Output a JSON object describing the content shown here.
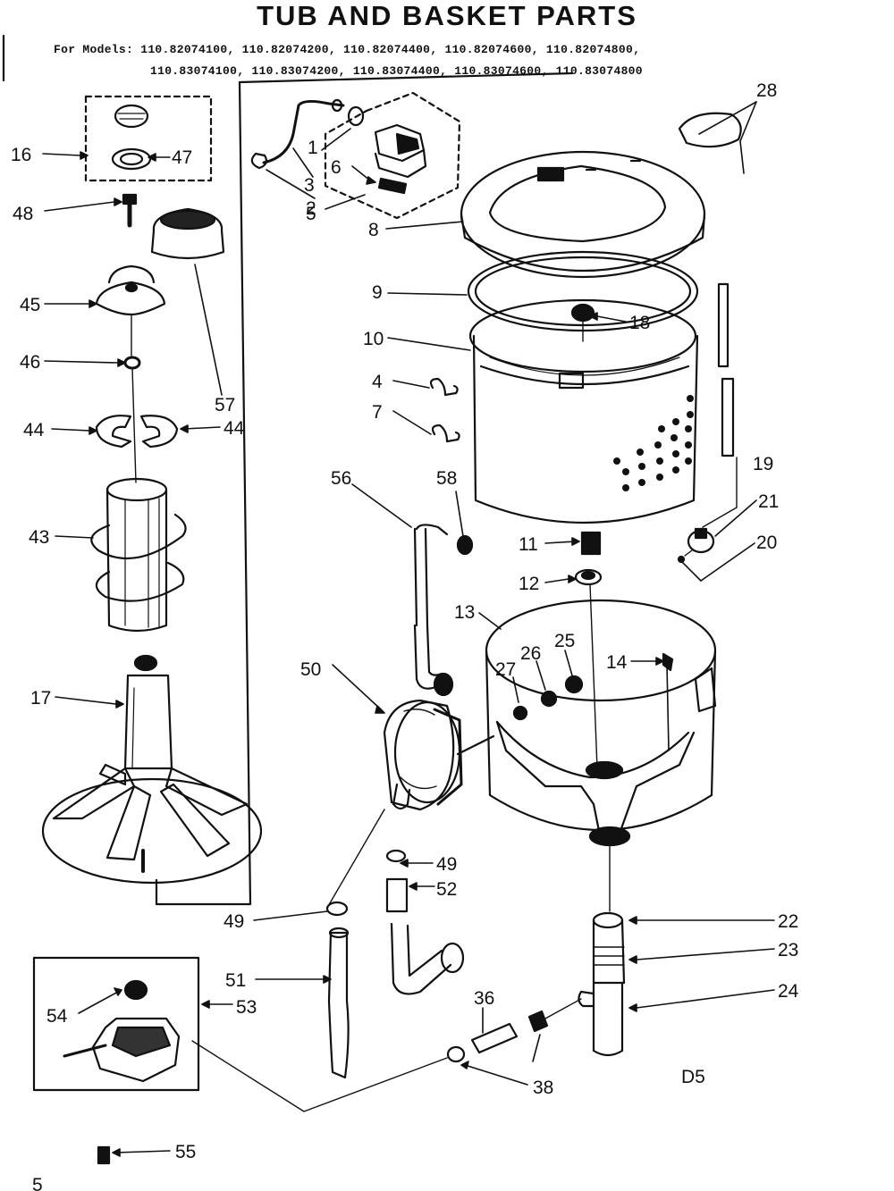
{
  "title": "TUB AND BASKET PARTS",
  "models_line1": "For Models: 110.82074100, 110.82074200, 110.82074400, 110.82074600, 110.82074800,",
  "models_line2": "110.83074100, 110.83074200, 110.83074400, 110.83074600, 110.83074800",
  "diagram_code": "D5",
  "page_mark": "5",
  "callouts": {
    "c1": "1",
    "c2": "2",
    "c3": "3",
    "c4": "4",
    "c5": "5",
    "c6": "6",
    "c7": "7",
    "c8": "8",
    "c9": "9",
    "c10": "10",
    "c11": "11",
    "c12": "12",
    "c13": "13",
    "c14": "14",
    "c16": "16",
    "c17": "17",
    "c18": "18",
    "c19": "19",
    "c20": "20",
    "c21": "21",
    "c22": "22",
    "c23": "23",
    "c24": "24",
    "c25": "25",
    "c26": "26",
    "c27": "27",
    "c28": "28",
    "c36": "36",
    "c38": "38",
    "c43": "43",
    "c44a": "44",
    "c44b": "44",
    "c45": "45",
    "c46": "46",
    "c47": "47",
    "c48": "48",
    "c49a": "49",
    "c49b": "49",
    "c50": "50",
    "c51": "51",
    "c52": "52",
    "c53": "53",
    "c54": "54",
    "c55": "55",
    "c56": "56",
    "c57": "57",
    "c58": "58"
  }
}
